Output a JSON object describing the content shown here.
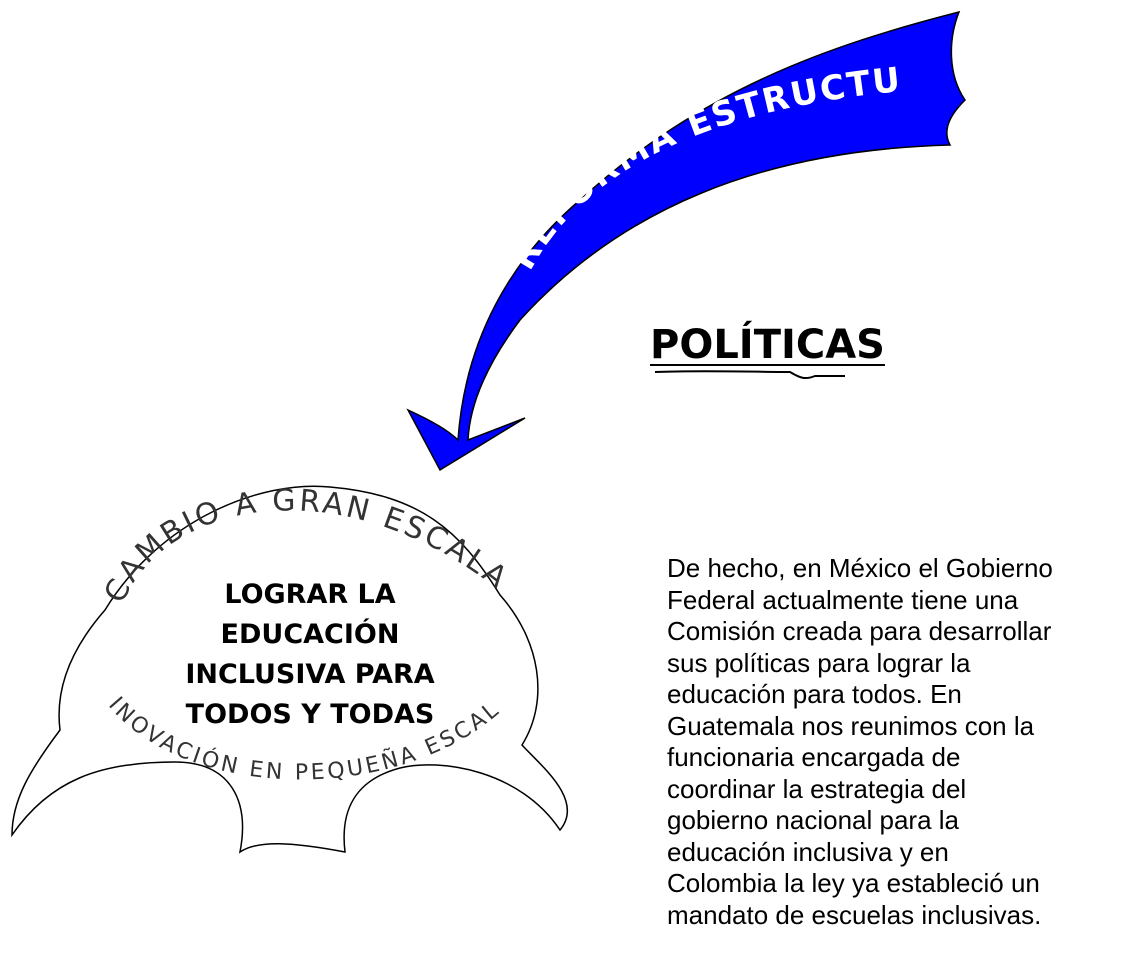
{
  "arrow": {
    "label": "REFORMA ESTRUCTURAL",
    "color": "#0000ff"
  },
  "politicas": {
    "title": "POLÍTICAS"
  },
  "shape": {
    "top_arc_text": "CAMBIO A GRAN ESCALA",
    "bottom_arc_text": "INOVACIÓN EN PEQUEÑA ESCALA",
    "center_lines": [
      "LOGRAR LA",
      "EDUCACIÓN",
      "INCLUSIVA PARA",
      "TODOS Y TODAS"
    ]
  },
  "body": {
    "lines": [
      "De hecho, en México el Gobierno",
      "Federal actualmente tiene una",
      "Comisión creada para desarrollar",
      "sus políticas para lograr la",
      "educación para todos. En",
      "Guatemala nos reunimos con la",
      "funcionaria encargada de",
      "coordinar la estrategia del",
      "gobierno nacional para la",
      "educación inclusiva y en",
      "Colombia la ley ya estableció un",
      "mandato de escuelas inclusivas."
    ]
  }
}
